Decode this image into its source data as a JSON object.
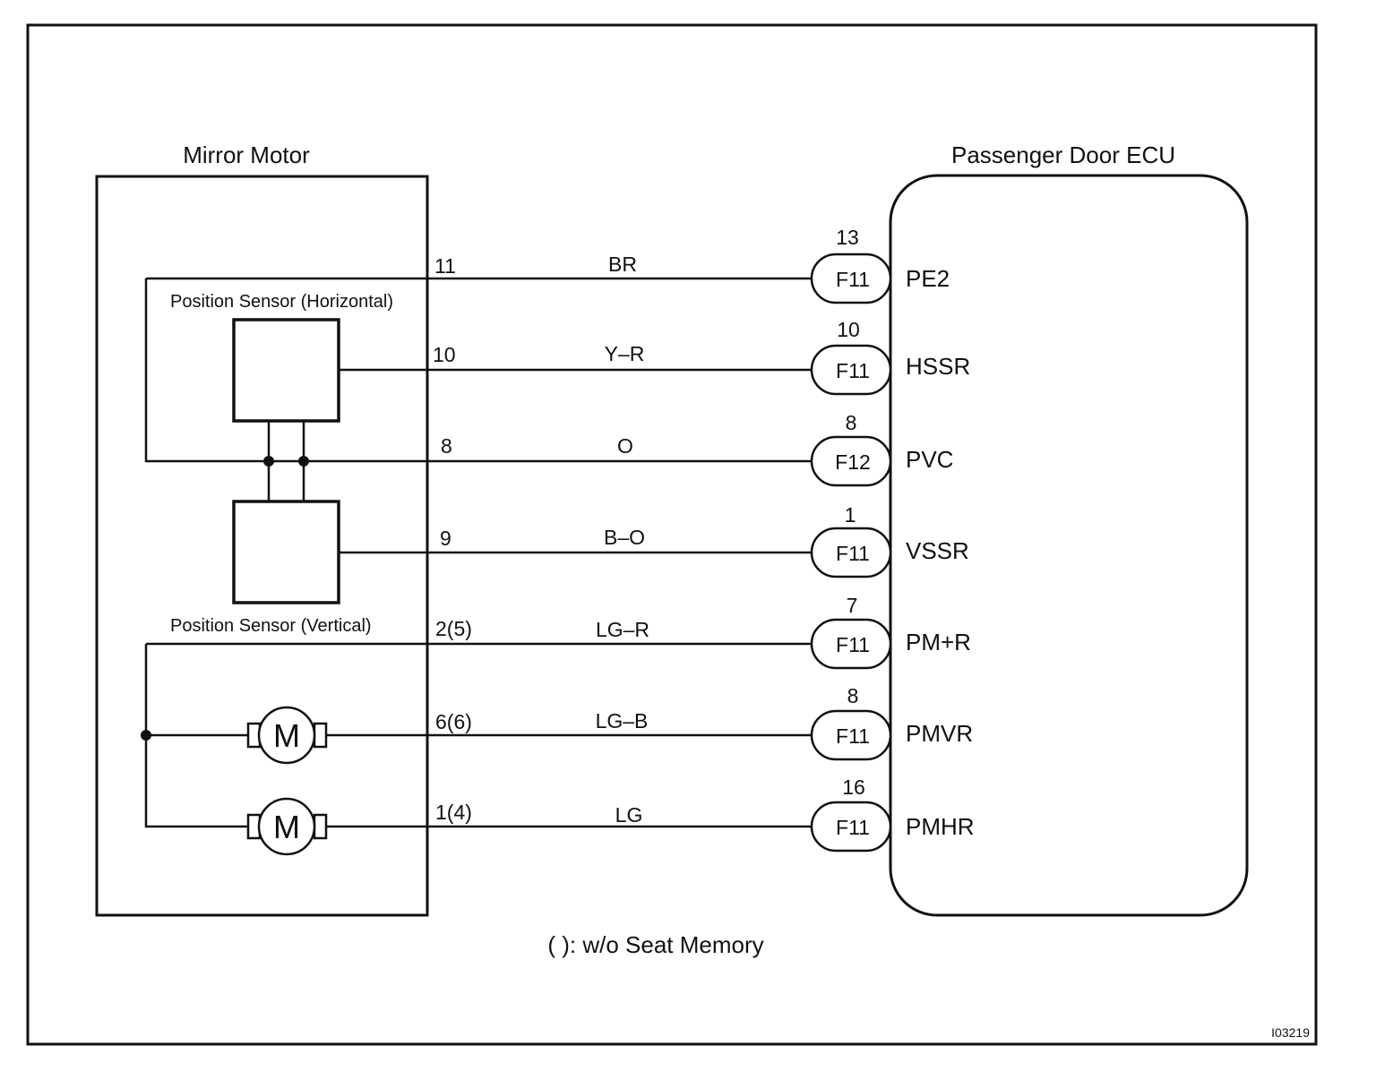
{
  "mirror_motor": {
    "title": "Mirror Motor",
    "sensor_horizontal_label": "Position Sensor (Horizontal)",
    "sensor_vertical_label": "Position Sensor (Vertical)",
    "motor_symbol": "M"
  },
  "ecu": {
    "title": "Passenger Door ECU"
  },
  "wires": [
    {
      "terminal": "11",
      "color": "BR",
      "connector": "F11",
      "pin": "13",
      "signal": "PE2"
    },
    {
      "terminal": "10",
      "color": "Y–R",
      "connector": "F11",
      "pin": "10",
      "signal": "HSSR"
    },
    {
      "terminal": "8",
      "color": "O",
      "connector": "F12",
      "pin": "8",
      "signal": "PVC"
    },
    {
      "terminal": "9",
      "color": "B–O",
      "connector": "F11",
      "pin": "1",
      "signal": "VSSR"
    },
    {
      "terminal": "2(5)",
      "color": "LG–R",
      "connector": "F11",
      "pin": "7",
      "signal": "PM+R"
    },
    {
      "terminal": "6(6)",
      "color": "LG–B",
      "connector": "F11",
      "pin": "8",
      "signal": "PMVR"
    },
    {
      "terminal": "1(4)",
      "color": "LG",
      "connector": "F11",
      "pin": "16",
      "signal": "PMHR"
    }
  ],
  "footnote": "( ): w/o Seat Memory",
  "figure_id": "I03219"
}
